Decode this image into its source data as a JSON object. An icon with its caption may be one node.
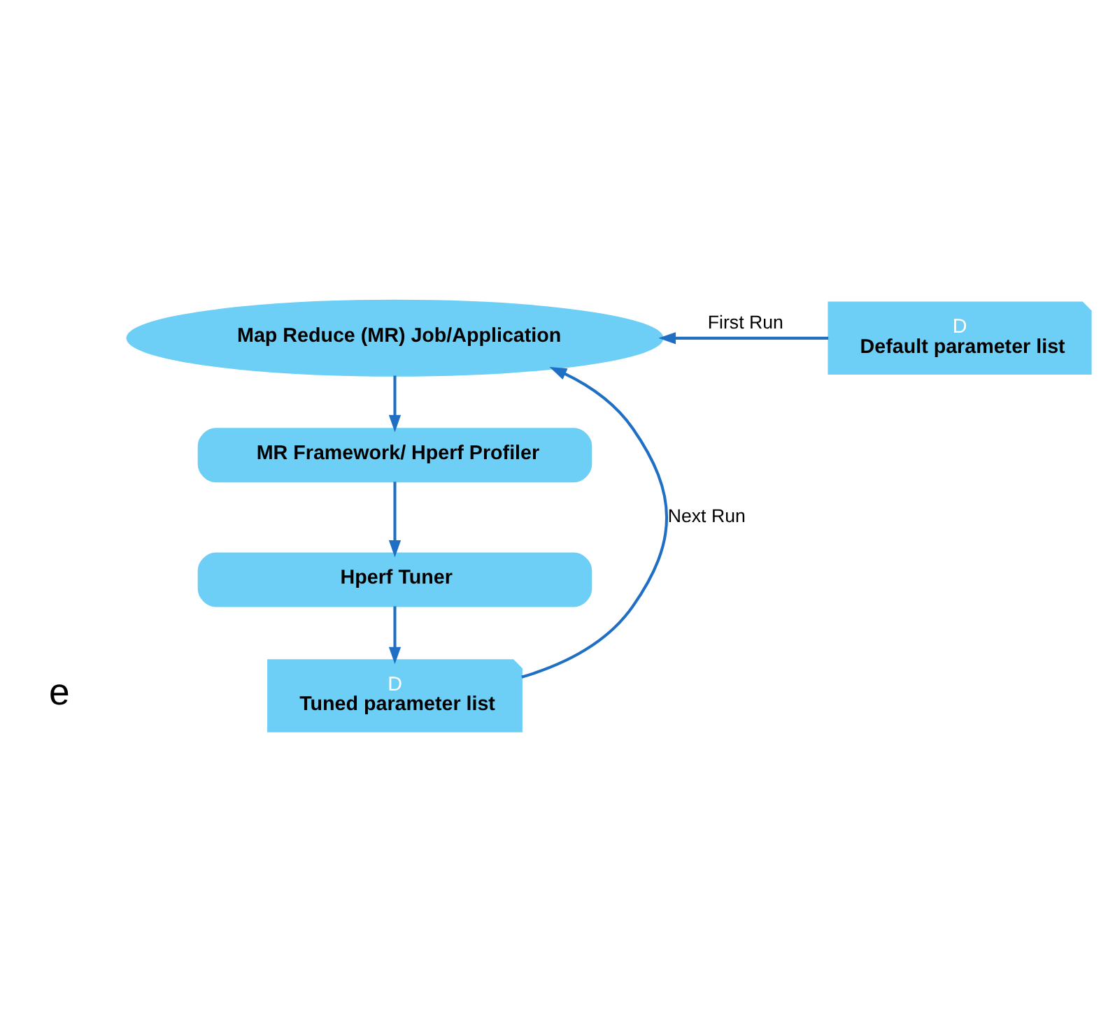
{
  "diagram": {
    "nodes": [
      {
        "text": [
          "Map Reduce (MR) Job/Application"
        ]
      },
      {
        "text": [
          "D",
          "Default parameter list"
        ]
      },
      {
        "text": [
          "MR Framework/ Hperf Profiler"
        ]
      },
      {
        "text": [
          "Hperf Tuner"
        ]
      },
      {
        "text": [
          "D",
          "Tuned parameter list"
        ]
      }
    ],
    "edges": [
      {
        "from": 1,
        "to": 0,
        "arrow": "to",
        "label": "First Run"
      },
      {
        "from": 0,
        "to": 2,
        "arrow": "to"
      },
      {
        "from": 2,
        "to": 3,
        "arrow": "to"
      },
      {
        "from": 3,
        "to": 4,
        "arrow": "to"
      },
      {
        "from": 4,
        "to": 0,
        "arrow": "to",
        "label": "Next Run"
      }
    ],
    "labels": [
      "e"
    ]
  }
}
